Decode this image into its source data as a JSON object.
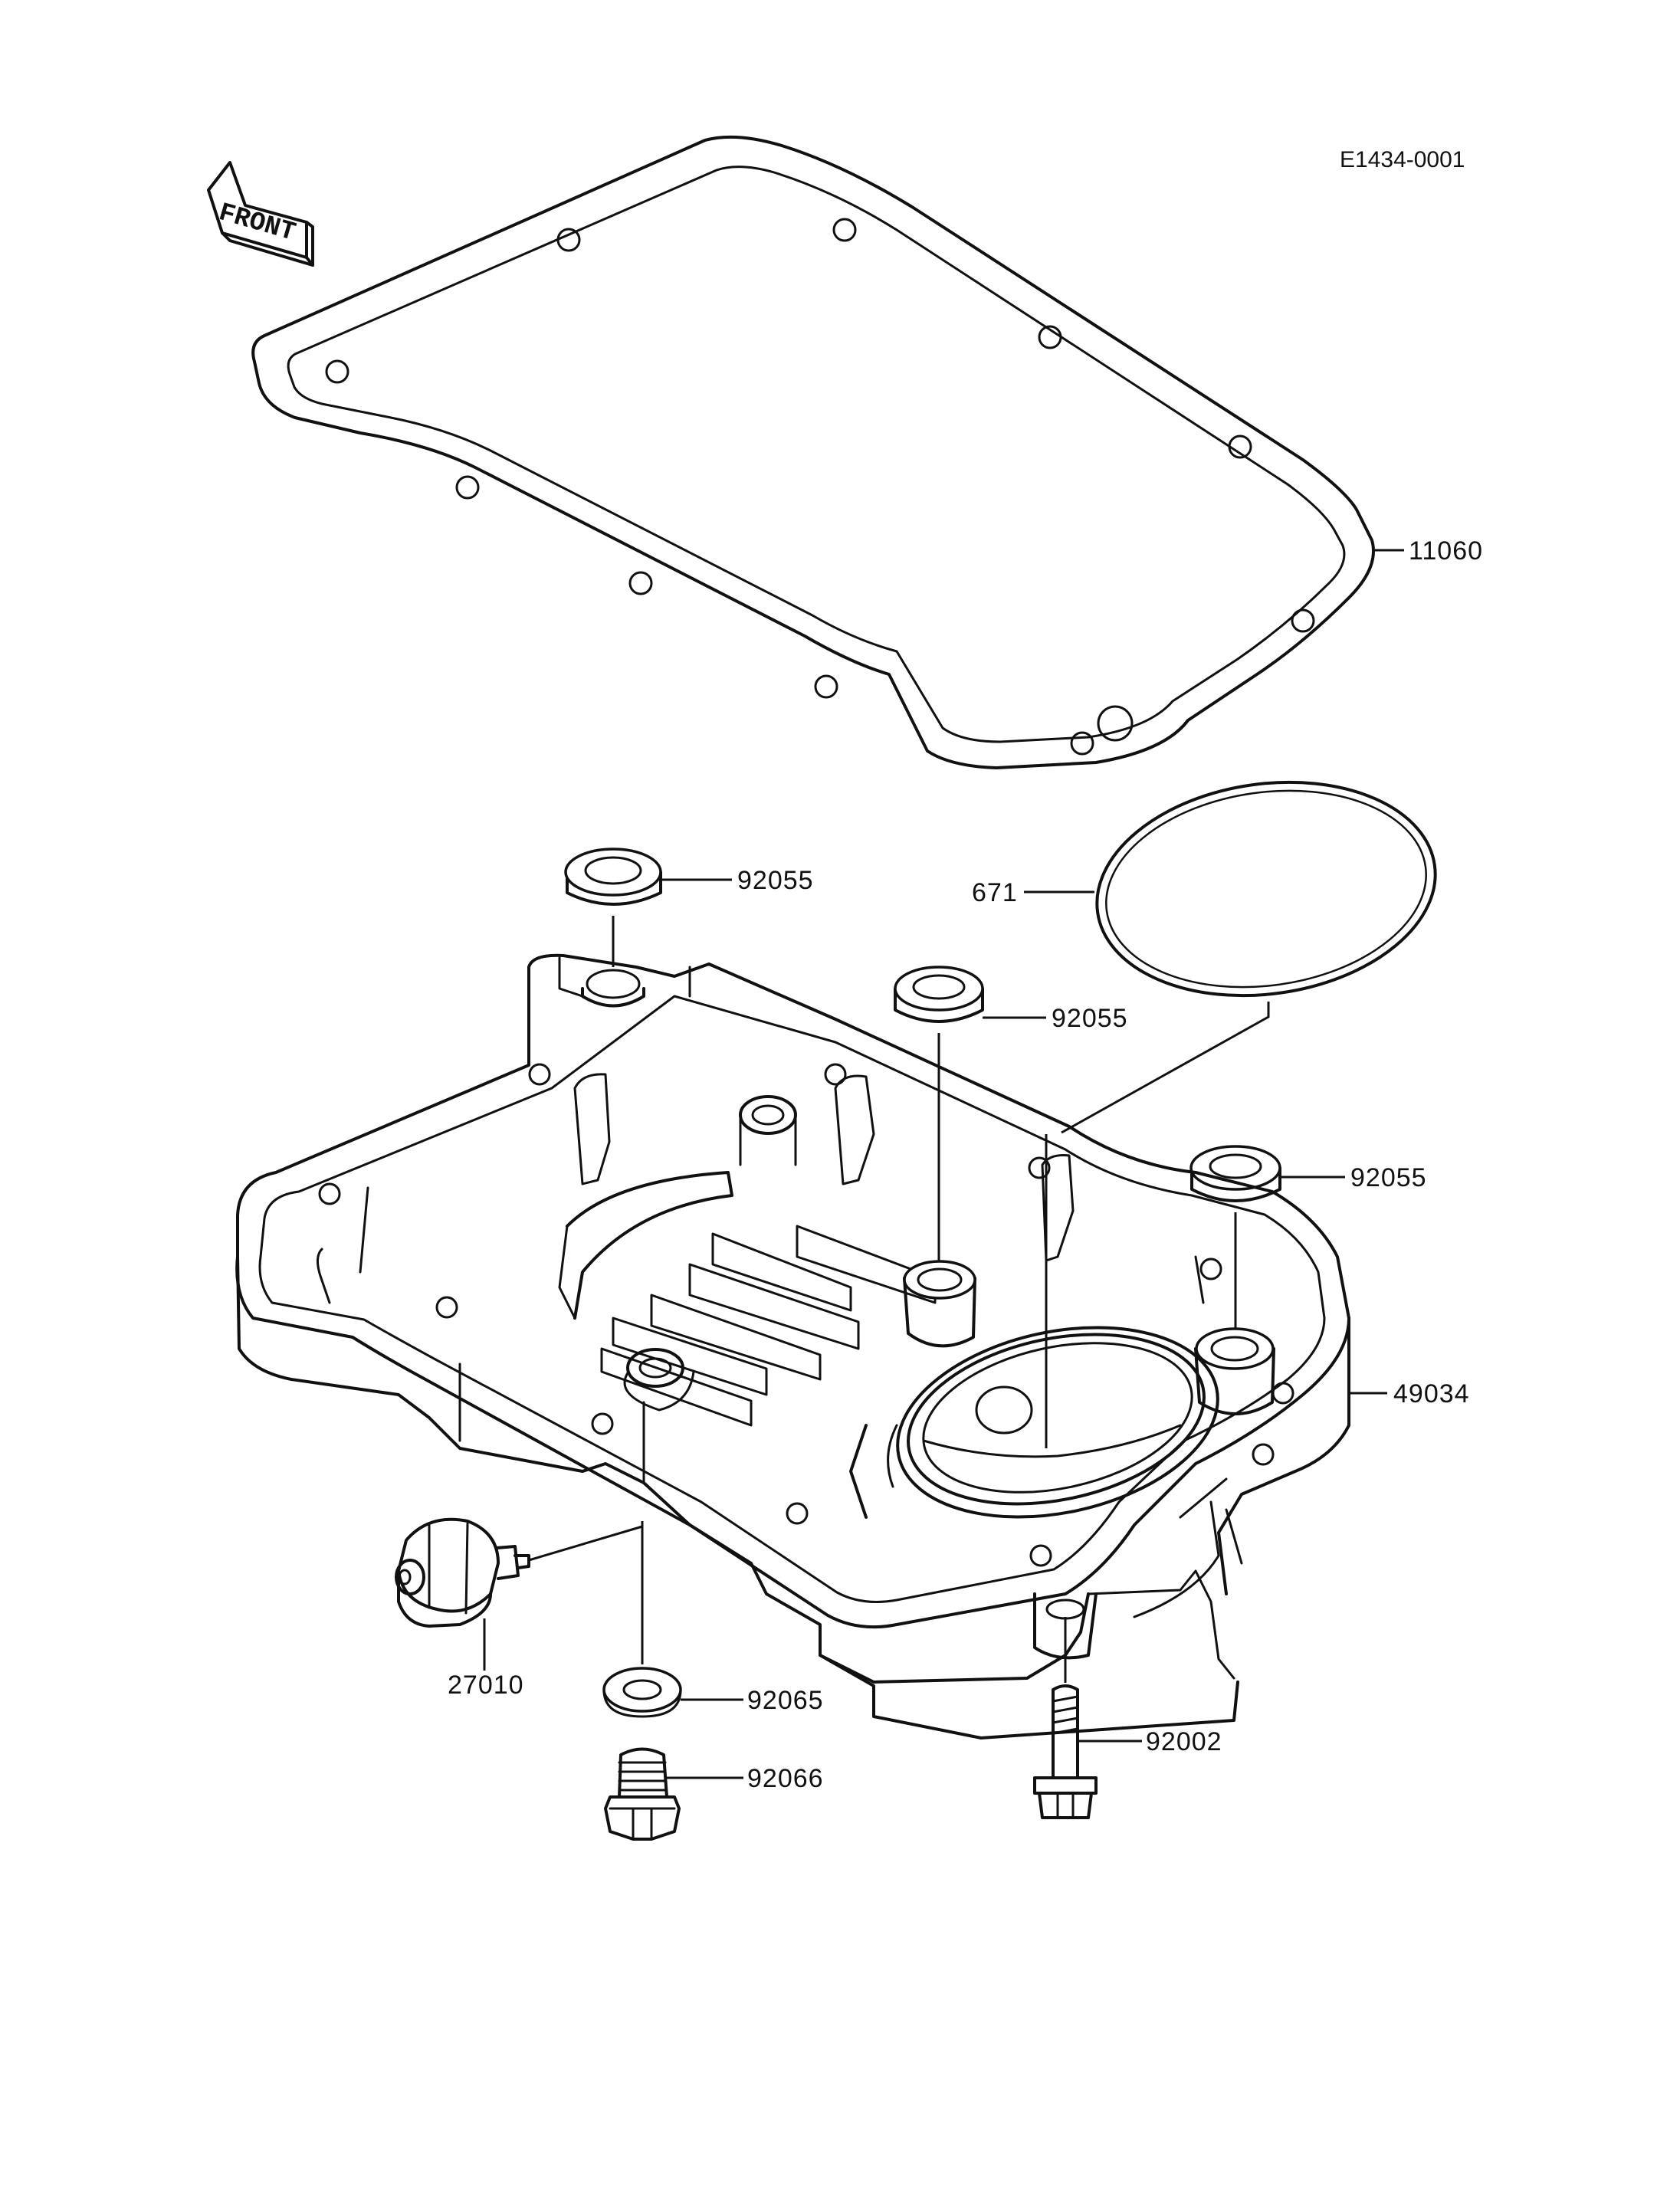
{
  "diagram_code": "E1434-0001",
  "front_label": "FRONT",
  "part_labels": {
    "gasket": "11060",
    "o_ring": "671",
    "collar_1": "92055",
    "collar_2": "92055",
    "collar_3": "92055",
    "oil_pan": "49034",
    "switch": "27010",
    "washer": "92065",
    "drain_plug": "92066",
    "bolt": "92002"
  }
}
